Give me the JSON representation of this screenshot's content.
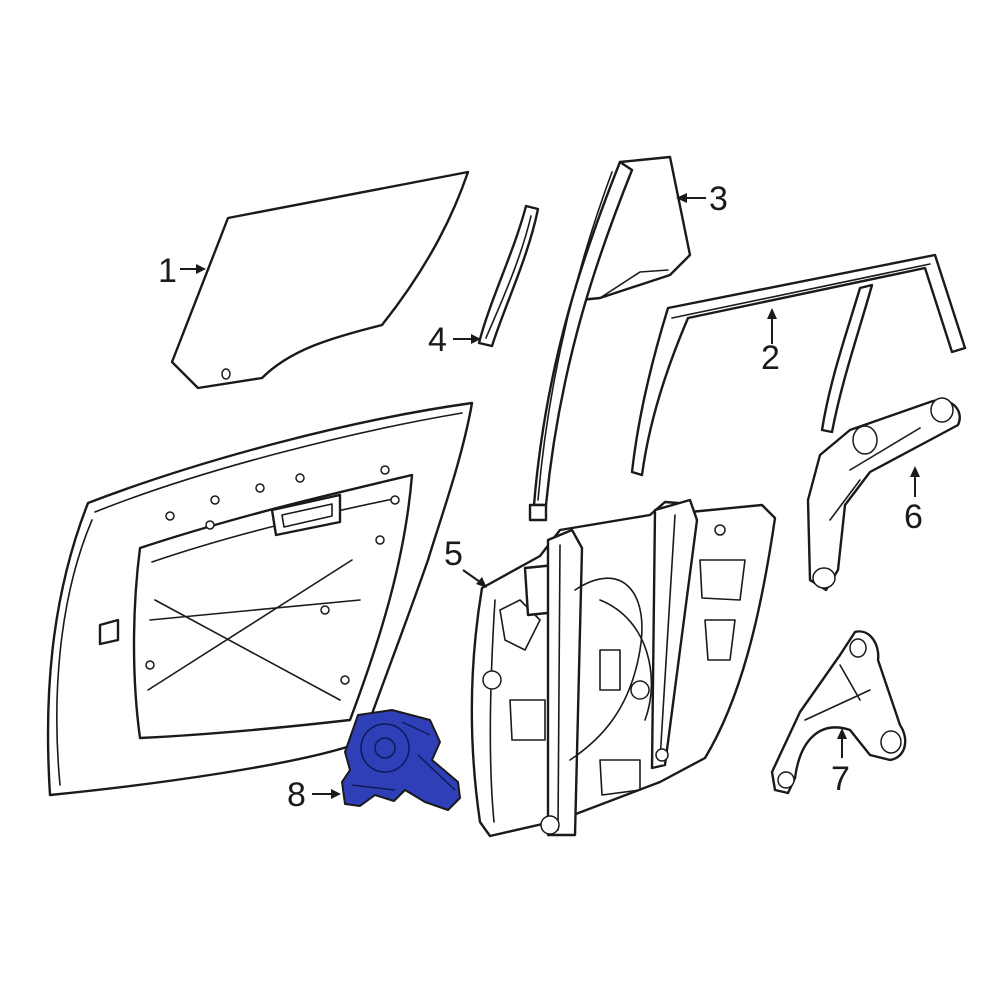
{
  "diagram": {
    "highlight_color": "#2E3FB8",
    "callouts": [
      {
        "id": "1",
        "label": "1"
      },
      {
        "id": "2",
        "label": "2"
      },
      {
        "id": "3",
        "label": "3"
      },
      {
        "id": "4",
        "label": "4"
      },
      {
        "id": "5",
        "label": "5"
      },
      {
        "id": "6",
        "label": "6"
      },
      {
        "id": "7",
        "label": "7"
      },
      {
        "id": "8",
        "label": "8"
      }
    ]
  }
}
